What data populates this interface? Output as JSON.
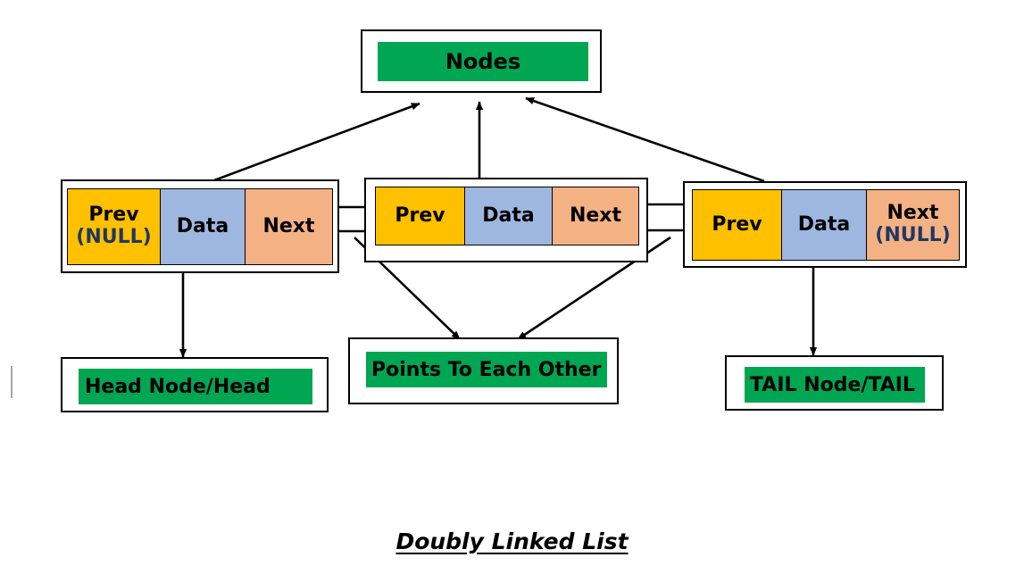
{
  "diagram": {
    "caption": "Doubly Linked List",
    "colors": {
      "prev_cell": "#FFC000",
      "data_cell": "#9DB7E0",
      "next_cell": "#F4B183",
      "highlight_green": "#00A651",
      "null_text": "#1F3864",
      "outline": "#000000"
    },
    "header": {
      "label": "Nodes"
    },
    "nodes": [
      {
        "id": "node-1",
        "prev": {
          "label": "Prev",
          "sub": "(NULL)"
        },
        "data": {
          "label": "Data",
          "sub": ""
        },
        "next": {
          "label": "Next",
          "sub": ""
        }
      },
      {
        "id": "node-2",
        "prev": {
          "label": "Prev",
          "sub": ""
        },
        "data": {
          "label": "Data",
          "sub": ""
        },
        "next": {
          "label": "Next",
          "sub": ""
        }
      },
      {
        "id": "node-3",
        "prev": {
          "label": "Prev",
          "sub": ""
        },
        "data": {
          "label": "Data",
          "sub": ""
        },
        "next": {
          "label": "Next",
          "sub": "(NULL)"
        }
      }
    ],
    "annotations": {
      "head": "Head Node/Head",
      "points": "Points To Each Other",
      "tail": "TAIL Node/TAIL"
    },
    "arrows": [
      {
        "name": "node1-to-nodes",
        "from": "node-1-top",
        "to": "nodes-box"
      },
      {
        "name": "node2-to-nodes",
        "from": "node-2-top",
        "to": "nodes-box"
      },
      {
        "name": "node3-to-nodes",
        "from": "node-3-top",
        "to": "nodes-box"
      },
      {
        "name": "node1-next-to-node2-prev",
        "from": "node-1-next",
        "to": "node-2-prev"
      },
      {
        "name": "node2-prev-to-node1-next",
        "from": "node-2-prev",
        "to": "node-1-next"
      },
      {
        "name": "node2-next-to-node3-prev",
        "from": "node-2-next",
        "to": "node-3-prev"
      },
      {
        "name": "node3-prev-to-node2-next",
        "from": "node-3-prev",
        "to": "node-2-next"
      },
      {
        "name": "node1-to-head-label",
        "from": "node-1-bottom",
        "to": "head-box"
      },
      {
        "name": "node2-to-points-label",
        "from": "node-2-bottom-left",
        "to": "points-box"
      },
      {
        "name": "node3-to-points-label",
        "from": "node-3-bottom-left",
        "to": "points-box"
      },
      {
        "name": "node3-to-tail-label",
        "from": "node-3-bottom",
        "to": "tail-box"
      }
    ]
  }
}
